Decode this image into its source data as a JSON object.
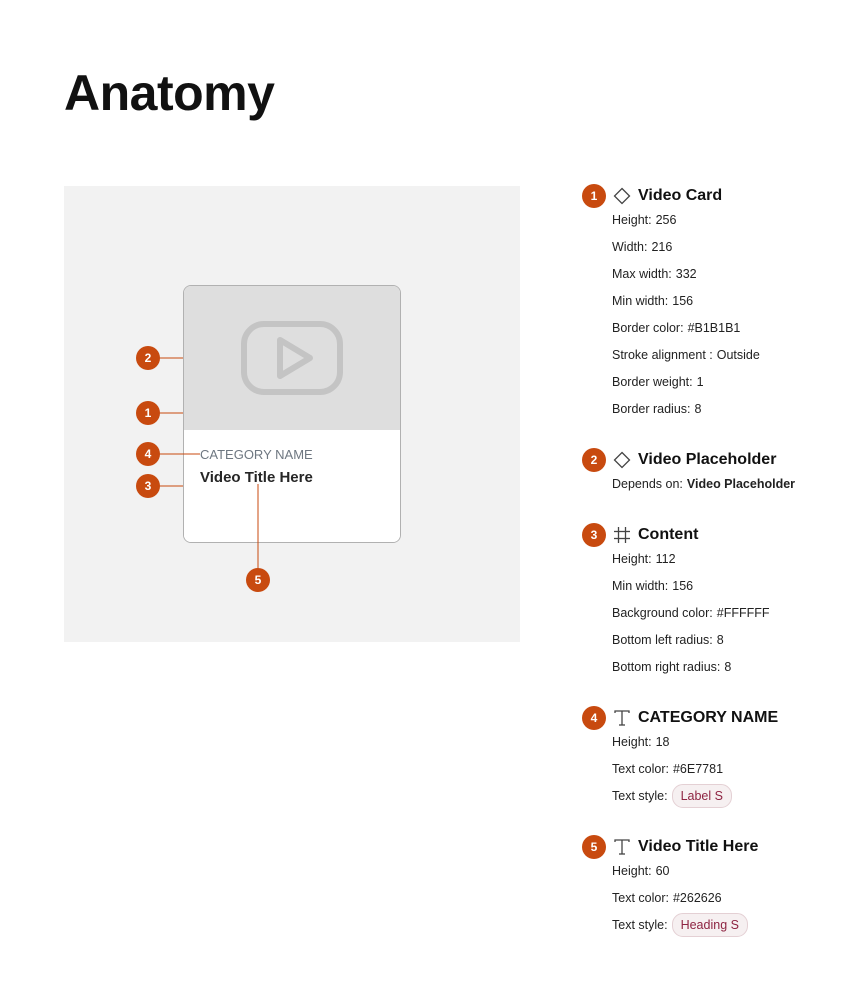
{
  "page": {
    "title": "Anatomy"
  },
  "card": {
    "category": "CATEGORY NAME",
    "video_title": "Video Title Here"
  },
  "colors": {
    "marker": "#C84A0F",
    "stage_bg": "#F2F2F2",
    "placeholder_bg": "#DEDEDE",
    "card_border": "#B1B1B1",
    "pill_text": "#8E2442"
  },
  "markers": [
    "1",
    "2",
    "3",
    "4",
    "5"
  ],
  "specs": [
    {
      "number": "1",
      "icon": "diamond-icon",
      "title": "Video Card",
      "props": [
        {
          "label": "Height:",
          "value": "256"
        },
        {
          "label": "Width:",
          "value": "216"
        },
        {
          "label": "Max width:",
          "value": "332"
        },
        {
          "label": "Min width:",
          "value": "156"
        },
        {
          "label": "Border color:",
          "value": "#B1B1B1"
        },
        {
          "label": "Stroke alignment :",
          "value": "Outside"
        },
        {
          "label": "Border weight:",
          "value": "1"
        },
        {
          "label": "Border radius:",
          "value": "8"
        }
      ]
    },
    {
      "number": "2",
      "icon": "diamond-icon",
      "title": "Video Placeholder",
      "props": [
        {
          "label": "Depends on:",
          "value": "Video Placeholder"
        }
      ]
    },
    {
      "number": "3",
      "icon": "frame-icon",
      "title": "Content",
      "props": [
        {
          "label": "Height:",
          "value": "112"
        },
        {
          "label": "Min width:",
          "value": "156"
        },
        {
          "label": "Background color:",
          "value": "#FFFFFF"
        },
        {
          "label": "Bottom left radius:",
          "value": "8"
        },
        {
          "label": "Bottom right radius:",
          "value": "8"
        }
      ]
    },
    {
      "number": "4",
      "icon": "text-icon",
      "title": "CATEGORY NAME",
      "props": [
        {
          "label": "Height:",
          "value": "18"
        },
        {
          "label": "Text color:",
          "value": "#6E7781"
        },
        {
          "label": "Text style:",
          "value": "Label S"
        }
      ]
    },
    {
      "number": "5",
      "icon": "text-icon",
      "title": "Video Title Here",
      "props": [
        {
          "label": "Height:",
          "value": "60"
        },
        {
          "label": "Text color:",
          "value": "#262626"
        },
        {
          "label": "Text style:",
          "value": "Heading S"
        }
      ]
    }
  ]
}
